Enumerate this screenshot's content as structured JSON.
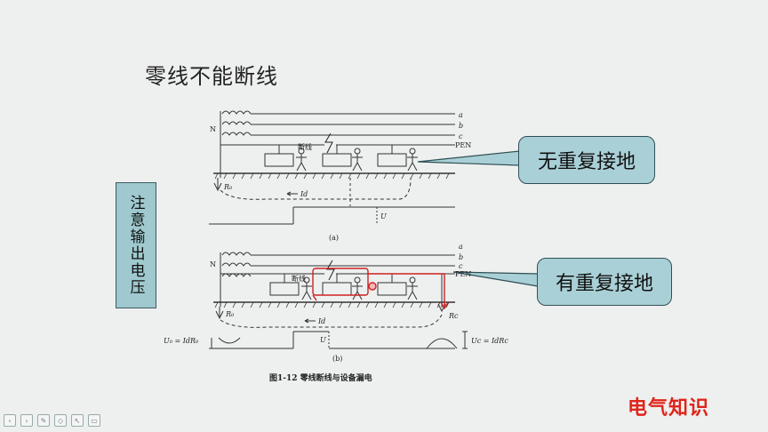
{
  "slide": {
    "title": "零线不能断线",
    "side_label": "注意输出电压",
    "callout_no_reground": "无重复接地",
    "callout_with_reground": "有重复接地",
    "brand": "电气知识"
  },
  "diagram": {
    "line_a": "a",
    "line_b": "b",
    "line_c": "c",
    "pen_label": "PEN",
    "neutral_label": "N",
    "break_label": "断线",
    "r0_label": "R₀",
    "rc_label": "Rc",
    "id_label": "Id",
    "u_label": "U",
    "sub_a": "(a)",
    "sub_b": "(b)",
    "u0_formula": "U₀ = IdR₀",
    "uc_formula": "Uc = IdRc",
    "caption": "图1-12  零线断线与设备漏电"
  },
  "colors": {
    "accent": "#a9d0d6",
    "brand": "#e0241a",
    "current_path": "#cc2222"
  },
  "toolbar": {
    "icons": [
      "prev-icon",
      "next-icon",
      "pen-icon",
      "eraser-icon",
      "pointer-icon",
      "screen-icon"
    ]
  }
}
